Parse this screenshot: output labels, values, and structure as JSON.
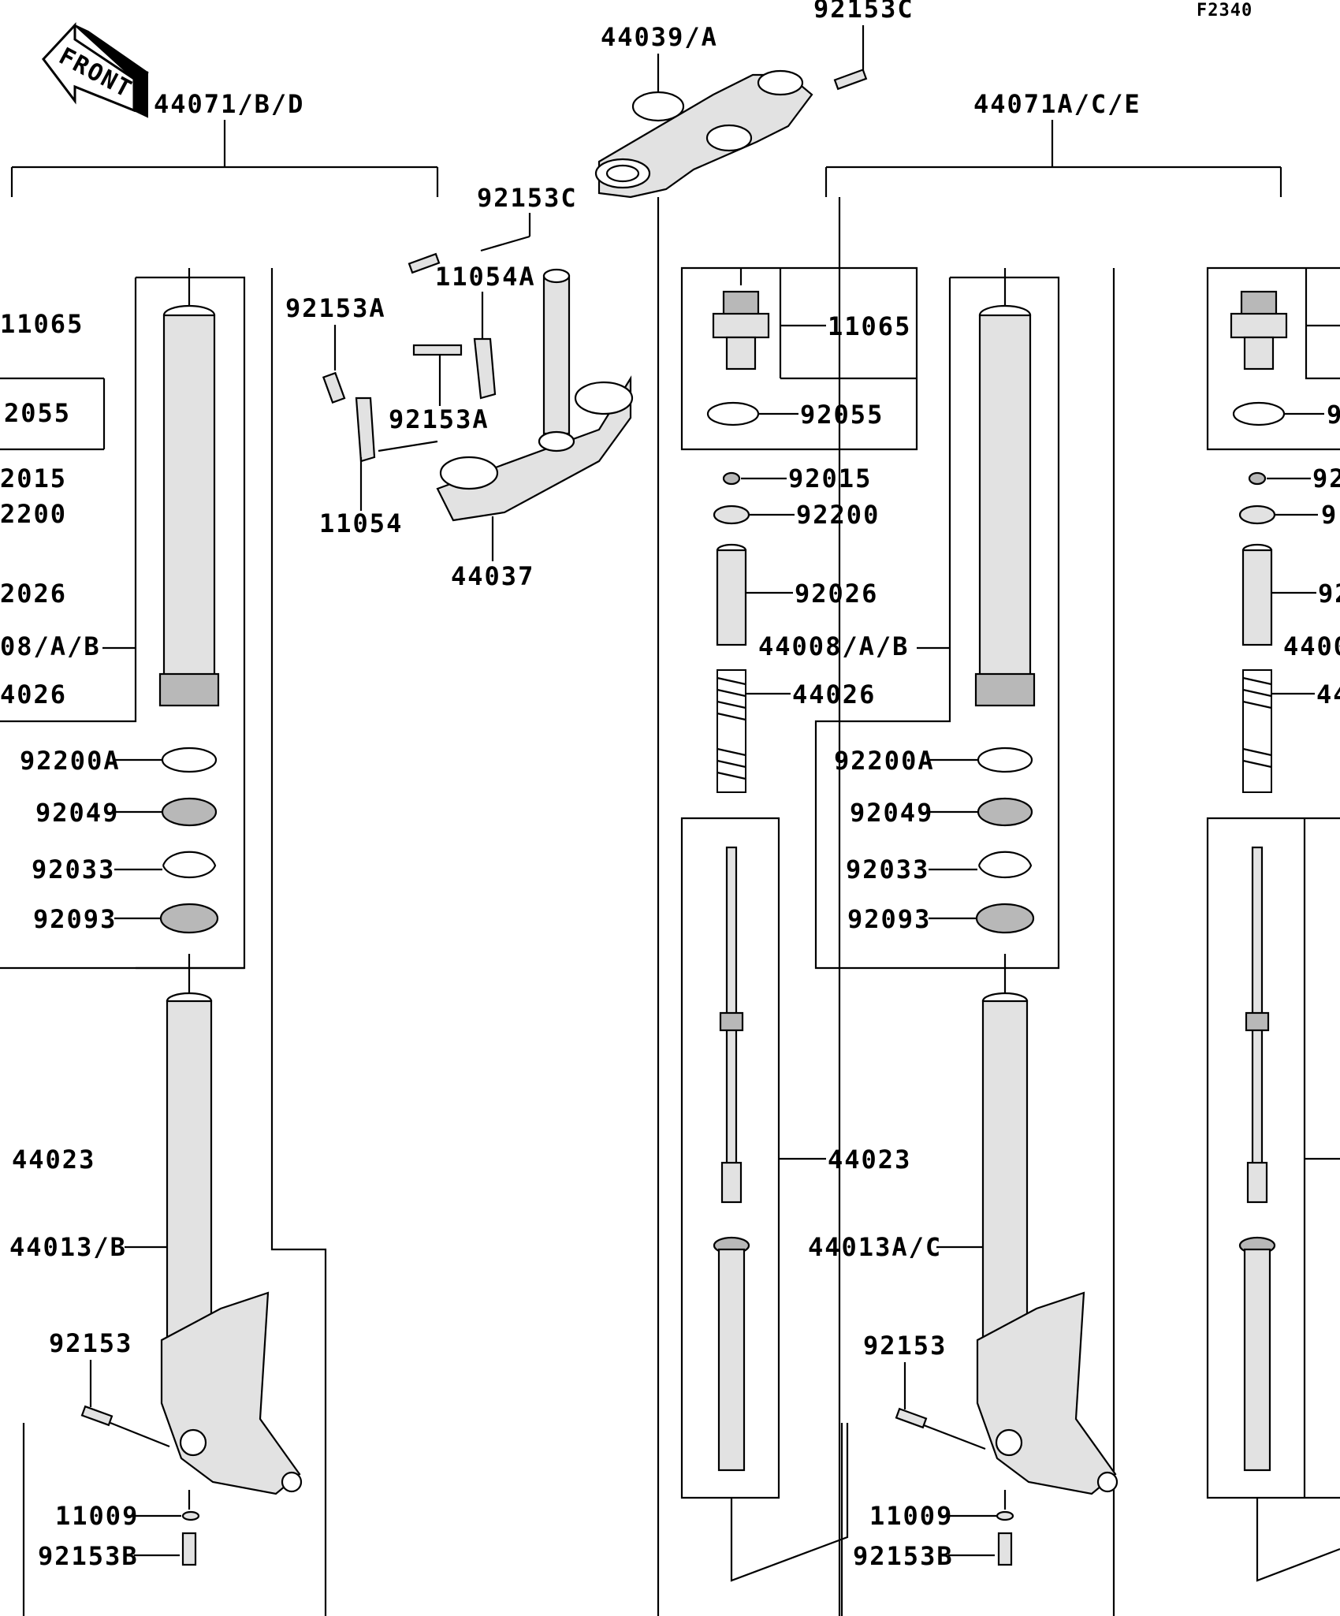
{
  "figure_code": "F2340",
  "front_arrow_text": "FRONT",
  "labels": {
    "assy_left": "44071/B/D",
    "assy_right": "44071A/C/E",
    "top_bracket": "44039/A",
    "bolt_top": "92153C",
    "bolt_mid": "92153C",
    "bracket_ring": "11054A",
    "bolt_92153a_1": "92153A",
    "bolt_92153a_2": "92153A",
    "bracket_11054": "11054",
    "stem_44037": "44037",
    "l_11065": "11065",
    "l_92055": "2055",
    "l_92015": "2015",
    "l_92200": "2200",
    "l_92026": "2026",
    "l_44008": "08/A/B",
    "l_44026": "4026",
    "l_92200a": "92200A",
    "l_92049": "92049",
    "l_92033": "92033",
    "l_92093": "92093",
    "l_44023": "44023",
    "l_44013": "44013/B",
    "l_92153": "92153",
    "l_11009": "11009",
    "l_92153b": "92153B",
    "m_11065": "11065",
    "m_92055": "92055",
    "m_92015": "92015",
    "m_92200": "92200",
    "m_92026": "92026",
    "m_44008": "44008/A/B",
    "m_44026": "44026",
    "m_44023": "44023",
    "r_92200a": "92200A",
    "r_92049": "92049",
    "r_92033": "92033",
    "r_92093": "92093",
    "r_44013": "44013A/C",
    "r_92153": "92153",
    "r_11009": "11009",
    "r_92153b": "92153B",
    "fr_92": "9",
    "fr_92015": "92",
    "fr_92200": "9",
    "fr_92026": "92",
    "fr_44008": "4400",
    "fr_44026": "44"
  },
  "colors": {
    "line": "#000000",
    "part_fill": "#e2e2e2",
    "background": "#ffffff"
  }
}
